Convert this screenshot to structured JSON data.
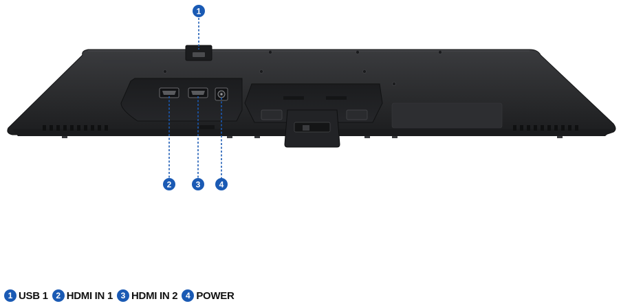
{
  "accent_color": "#1a5ab4",
  "monitor_color": "#2b2c2e",
  "markers": [
    {
      "number": "1",
      "label": "USB 1"
    },
    {
      "number": "2",
      "label": "HDMI IN 1"
    },
    {
      "number": "3",
      "label": "HDMI IN 2"
    },
    {
      "number": "4",
      "label": "POWER"
    }
  ]
}
